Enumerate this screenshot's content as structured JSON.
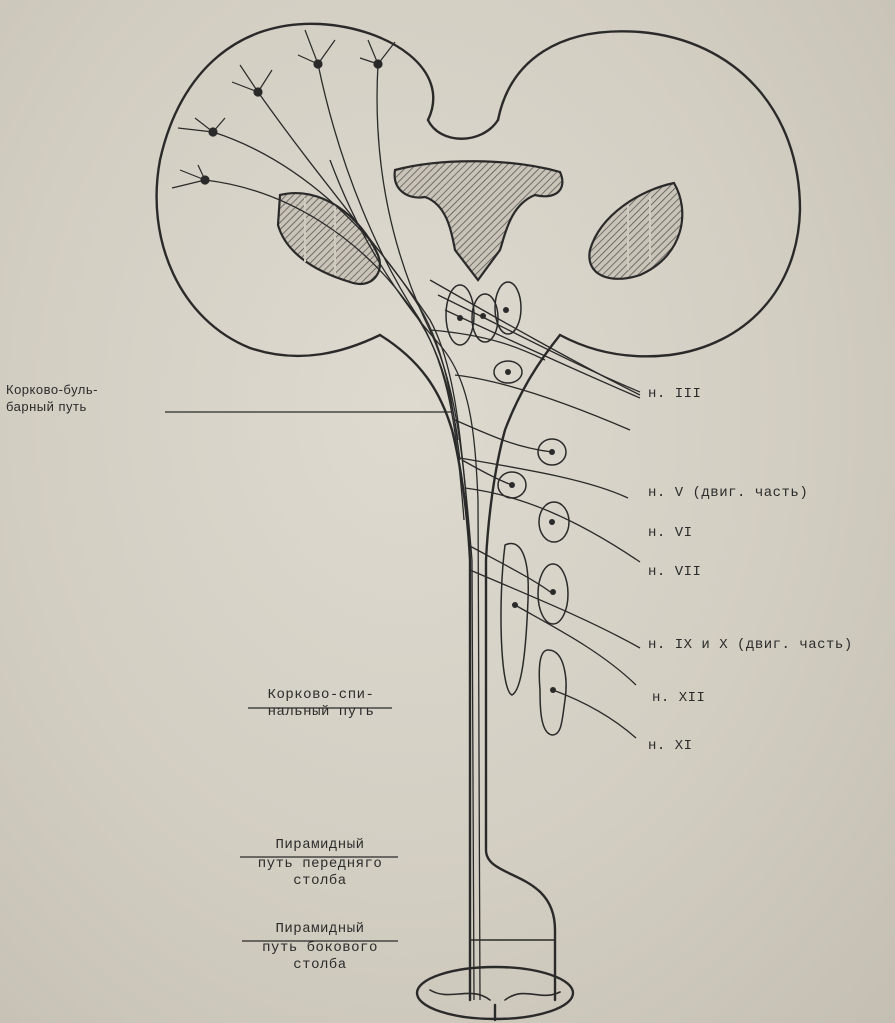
{
  "labels": {
    "cortico_bulbar": {
      "line1": "Корково-буль-",
      "line2": "барный путь"
    },
    "cortico_spinal": {
      "line1": "Корково-спи-",
      "line2": "нальный путь"
    },
    "pyramidal_anterior": {
      "line1": "Пирамидный",
      "line2": "путь передняго",
      "line3": "столба"
    },
    "pyramidal_lateral": {
      "line1": "Пирамидный",
      "line2": "путь бокового",
      "line3": "столба"
    }
  },
  "nerves": {
    "n3": "н. III",
    "n5": "н. V (двиг. часть)",
    "n6": "н. VI",
    "n7": "н. VII",
    "n9_10": "н. IX и X (двиг. часть)",
    "n12": "н. XII",
    "n11": "н. XI"
  },
  "colors": {
    "ink": "#2a2a2a",
    "paper": "#d6d1c5",
    "hatch": "#555"
  }
}
